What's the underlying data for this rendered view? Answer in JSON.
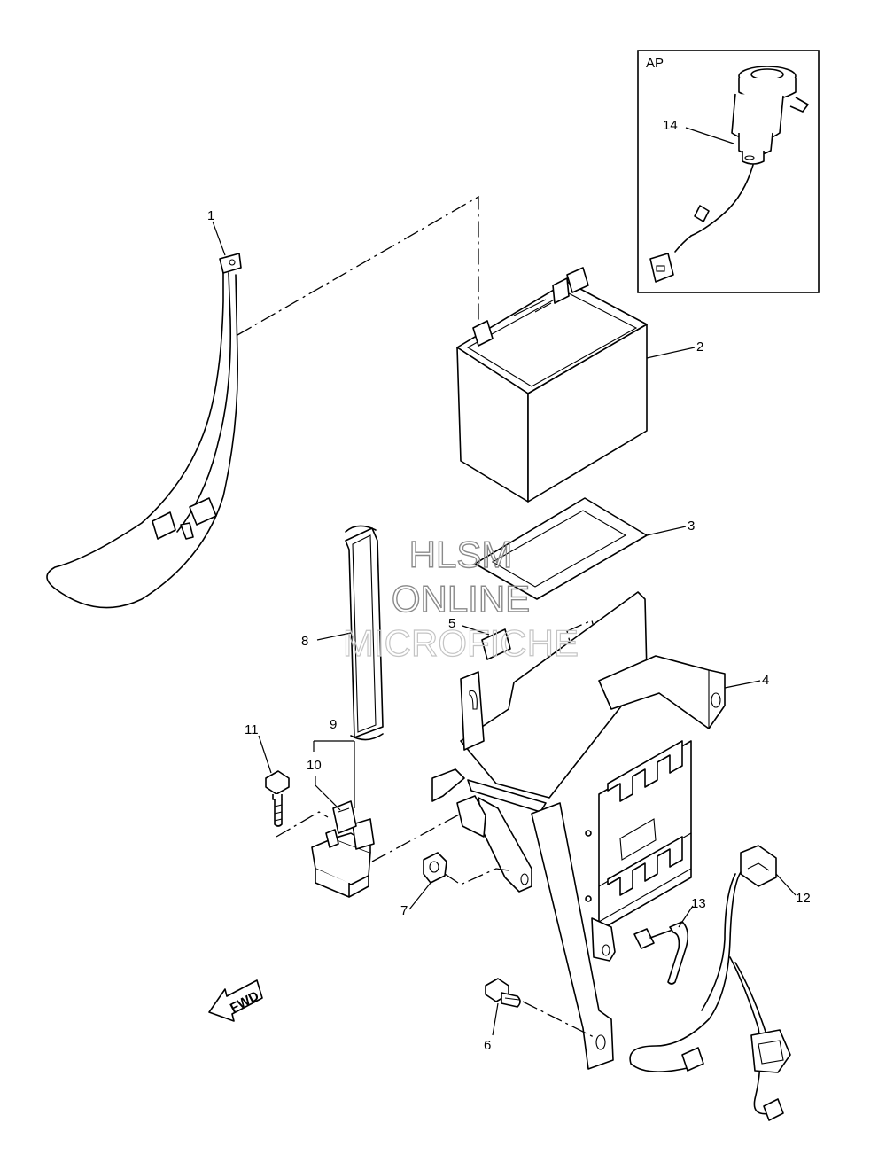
{
  "inset": {
    "label": "AP"
  },
  "callouts": {
    "c1": "1",
    "c2": "2",
    "c3": "3",
    "c4": "4",
    "c5": "5",
    "c6": "6",
    "c7": "7",
    "c8": "8",
    "c9": "9",
    "c10": "10",
    "c11": "11",
    "c12": "12",
    "c13": "13",
    "c14": "14"
  },
  "watermark": {
    "line1": "HLSM",
    "line2": "ONLINE",
    "line3": "MICROFICHE"
  },
  "direction_arrow": {
    "label": "FWD"
  }
}
